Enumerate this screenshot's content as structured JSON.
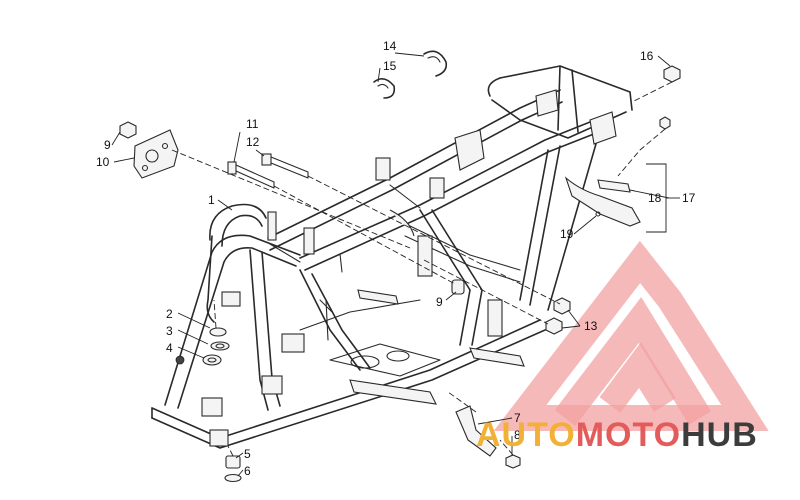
{
  "callouts": [
    {
      "id": "1",
      "text": "1"
    },
    {
      "id": "2",
      "text": "2"
    },
    {
      "id": "3",
      "text": "3"
    },
    {
      "id": "4",
      "text": "4"
    },
    {
      "id": "5",
      "text": "5"
    },
    {
      "id": "6",
      "text": "6"
    },
    {
      "id": "7",
      "text": "7"
    },
    {
      "id": "8",
      "text": "8"
    },
    {
      "id": "9a",
      "text": "9"
    },
    {
      "id": "9b",
      "text": "9"
    },
    {
      "id": "10",
      "text": "10"
    },
    {
      "id": "11",
      "text": "11"
    },
    {
      "id": "12",
      "text": "12"
    },
    {
      "id": "13",
      "text": "13"
    },
    {
      "id": "14",
      "text": "14"
    },
    {
      "id": "15",
      "text": "15"
    },
    {
      "id": "16",
      "text": "16"
    },
    {
      "id": "17",
      "text": "17"
    },
    {
      "id": "18",
      "text": "18"
    },
    {
      "id": "19",
      "text": "19"
    }
  ],
  "watermark": {
    "part1": "AUTO",
    "part2": "MOTO",
    "part3": "HUB",
    "color1": "#f2b035",
    "color2": "#e45b5b",
    "color3": "#3c3c3c",
    "logo_color": "#f3a1a1"
  }
}
